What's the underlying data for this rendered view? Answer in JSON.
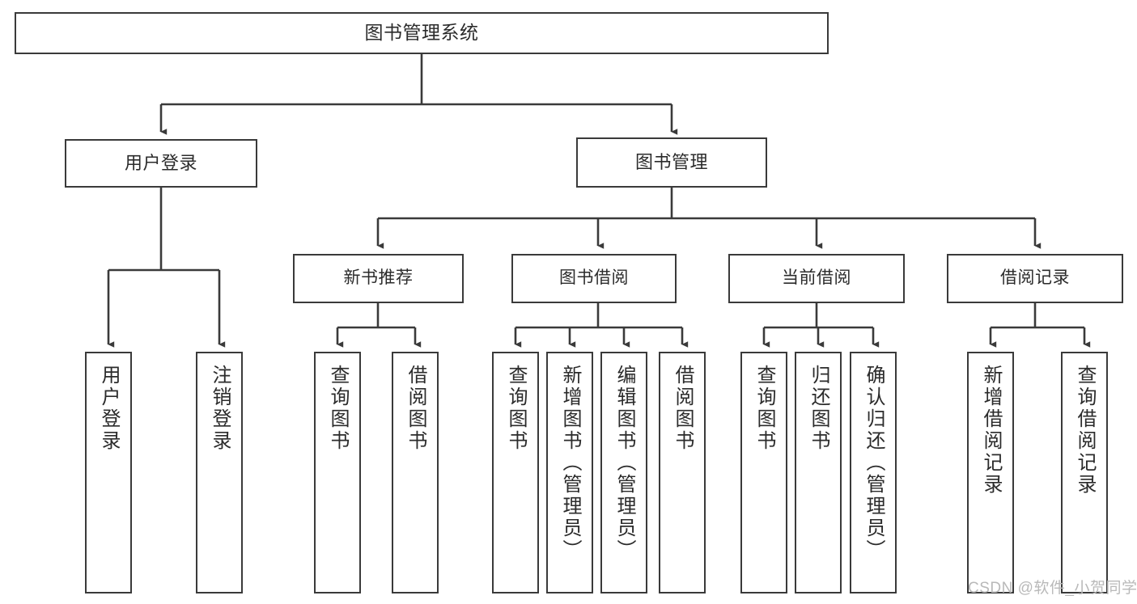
{
  "diagram": {
    "title": "图书管理系统",
    "type": "hierarchy-tree",
    "root": {
      "label": "图书管理系统"
    },
    "level1": [
      {
        "label": "用户登录"
      },
      {
        "label": "图书管理"
      }
    ],
    "level2": [
      {
        "label": "新书推荐"
      },
      {
        "label": "图书借阅"
      },
      {
        "label": "当前借阅"
      },
      {
        "label": "借阅记录"
      }
    ],
    "leaves": {
      "user_login": [
        {
          "label": "用户登录"
        },
        {
          "label": "注销登录"
        }
      ],
      "new_book_recommend": [
        {
          "label": "查询图书"
        },
        {
          "label": "借阅图书"
        }
      ],
      "book_borrow": [
        {
          "label": "查询图书"
        },
        {
          "label": "新增图书（管理员）"
        },
        {
          "label": "编辑图书（管理员）"
        },
        {
          "label": "借阅图书"
        }
      ],
      "current_borrow": [
        {
          "label": "查询图书"
        },
        {
          "label": "归还图书"
        },
        {
          "label": "确认归还（管理员）"
        }
      ],
      "borrow_record": [
        {
          "label": "新增借阅记录"
        },
        {
          "label": "查询借阅记录"
        }
      ]
    }
  },
  "watermark": {
    "text": "CSDN @软件_小贺同学"
  },
  "colors": {
    "stroke": "#3a3a3a",
    "background": "#ffffff",
    "text": "#2b2b2b",
    "watermark": "#b9b9b9"
  }
}
